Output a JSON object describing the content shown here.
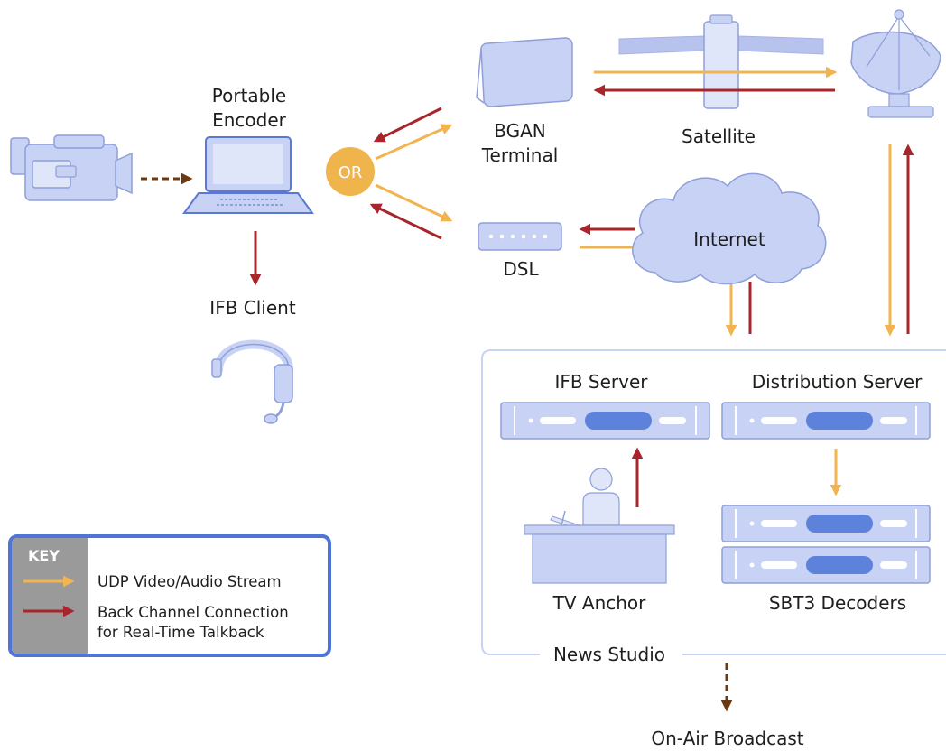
{
  "labels": {
    "portable_encoder_line1": "Portable",
    "portable_encoder_line2": "Encoder",
    "or": "OR",
    "bgan_line1": "BGAN",
    "bgan_line2": "Terminal",
    "satellite": "Satellite",
    "dsl": "DSL",
    "internet": "Internet",
    "ifb_client": "IFB Client",
    "ifb_server": "IFB Server",
    "distribution_server": "Distribution Server",
    "tv_anchor": "TV Anchor",
    "sbt3_decoders": "SBT3 Decoders",
    "news_studio": "News Studio",
    "on_air_broadcast": "On-Air Broadcast"
  },
  "key": {
    "title": "KEY",
    "udp_stream": "UDP Video/Audio Stream",
    "back_channel_line1": "Back Channel Connection",
    "back_channel_line2": "for Real-Time Talkback"
  },
  "colors": {
    "udp_arrow": "#f2b451",
    "back_channel_arrow": "#a8262b",
    "dashed_arrow": "#6b3a12",
    "device_fill": "#c7d2f4",
    "device_stroke": "#8f9fd9",
    "accent_blue": "#4f74d6",
    "or_badge": "#f0b44c"
  }
}
